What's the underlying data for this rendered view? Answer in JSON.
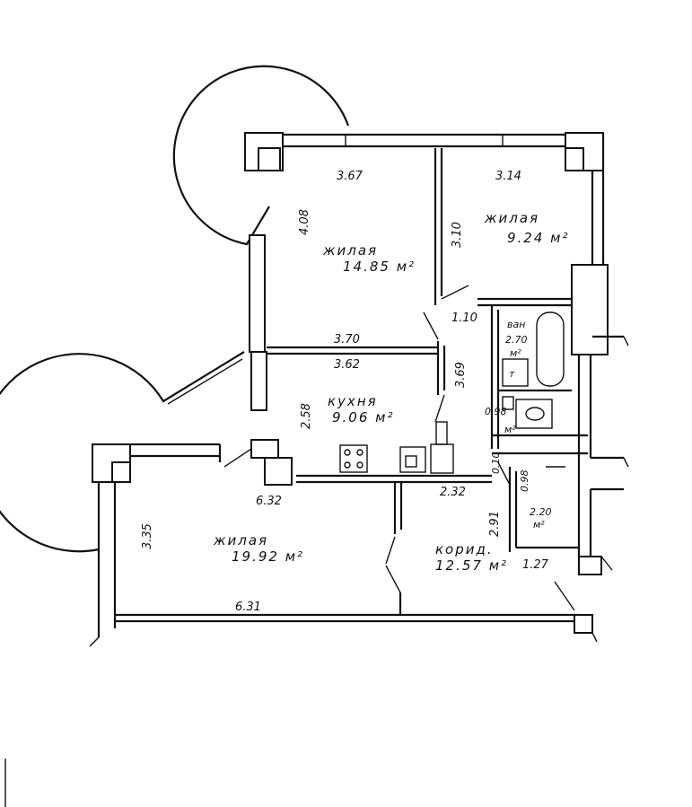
{
  "rooms": {
    "living_top_left": {
      "name": "жилая",
      "area": "14.85 м²"
    },
    "living_top_right": {
      "name": "жилая",
      "area": "9.24 м²"
    },
    "kitchen": {
      "name": "кухня",
      "area": "9.06 м²"
    },
    "living_bottom": {
      "name": "жилая",
      "area": "19.92 м²"
    },
    "corridor": {
      "name": "корид.",
      "area": "12.57 м²"
    },
    "bath": {
      "name": "ван",
      "area": "2.70",
      "unit": "м²"
    },
    "wc": {
      "area": "0.98",
      "unit": "м²"
    },
    "closet": {
      "area": "2.20",
      "unit": "м²"
    }
  },
  "dimensions": {
    "d_367": "3.67",
    "d_314": "3.14",
    "d_408": "4.08",
    "d_310": "3.10",
    "d_110": "1.10",
    "d_370": "3.70",
    "d_362": "3.62",
    "d_369": "3.69",
    "d_258": "2.58",
    "d_632": "6.32",
    "d_232": "2.32",
    "d_335": "3.35",
    "d_291": "2.91",
    "d_127": "1.27",
    "d_631": "6.31",
    "d_098": "0.98",
    "d_010": "0.10"
  }
}
